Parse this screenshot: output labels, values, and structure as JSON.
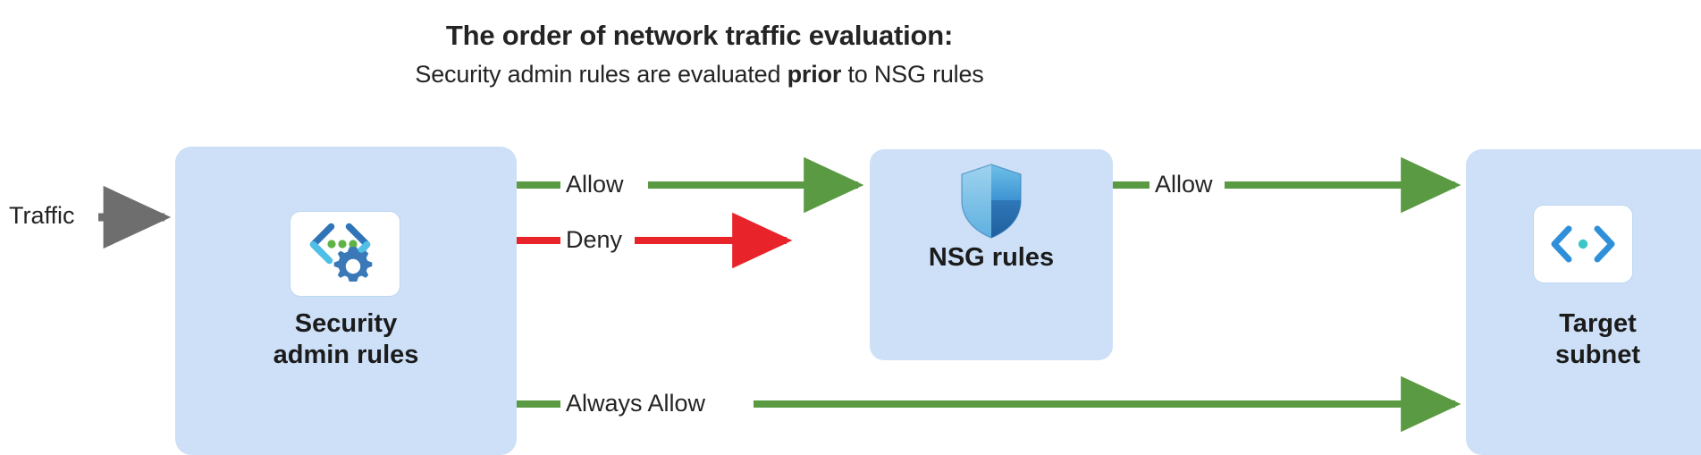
{
  "header": {
    "title": "The order of network traffic evaluation:",
    "subtitle_pre": "Security admin rules are evaluated ",
    "subtitle_emphasis": "prior",
    "subtitle_post": " to NSG rules"
  },
  "colors": {
    "box_fill": "#cde0f7",
    "allow_green": "#5a9a42",
    "deny_red": "#e8232a",
    "traffic_gray": "#6e6e6e",
    "icon_card_bg": "#ffffff",
    "icon_card_border": "#bcd8f2",
    "text": "#242424",
    "page_bg": "#ffffff"
  },
  "nodes": [
    {
      "id": "security-admin-rules",
      "label": "Security\nadmin rules",
      "icon": "code-gear-icon"
    },
    {
      "id": "nsg-rules",
      "label": "NSG rules",
      "icon": "shield-icon"
    },
    {
      "id": "target-subnet",
      "label": "Target\nsubnet",
      "icon": "code-brackets-icon"
    }
  ],
  "edges": [
    {
      "id": "traffic-in",
      "label": "Traffic",
      "color": "#6e6e6e",
      "from": "",
      "to": "security-admin-rules"
    },
    {
      "id": "allow-to-nsg",
      "label": "Allow",
      "color": "#5a9a42",
      "from": "security-admin-rules",
      "to": "nsg-rules"
    },
    {
      "id": "deny",
      "label": "Deny",
      "color": "#e8232a",
      "from": "security-admin-rules",
      "to": ""
    },
    {
      "id": "allow-to-target",
      "label": "Allow",
      "color": "#5a9a42",
      "from": "nsg-rules",
      "to": "target-subnet"
    },
    {
      "id": "always-allow",
      "label": "Always Allow",
      "color": "#5a9a42",
      "from": "security-admin-rules",
      "to": "target-subnet"
    }
  ]
}
